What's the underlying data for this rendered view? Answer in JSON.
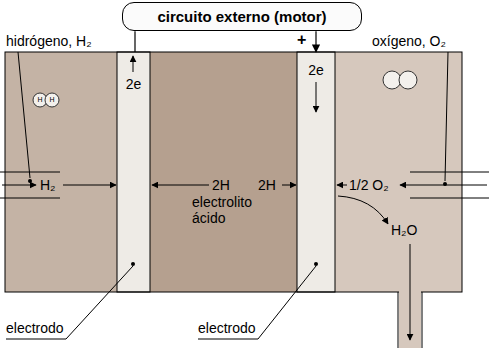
{
  "diagram": {
    "nodes": [
      {
        "text": [
          "circuito externo (motor)"
        ]
      },
      {
        "text": [
          "2e"
        ]
      },
      {
        "text": [
          "electrolito ácido"
        ]
      },
      {
        "text": [
          "2e"
        ]
      }
    ],
    "edges": [
      {
        "from": 0,
        "to": 1,
        "arrow": "none"
      },
      {
        "from": 0,
        "to": 3,
        "arrow": "to"
      }
    ],
    "labels": [
      "hidrógeno, H₂",
      "oxígeno, O₂",
      "+",
      "H",
      "H",
      "H₂",
      "2H",
      "2H",
      "1/2 O₂",
      "H₂O",
      "electrodo",
      "electrodo"
    ]
  }
}
